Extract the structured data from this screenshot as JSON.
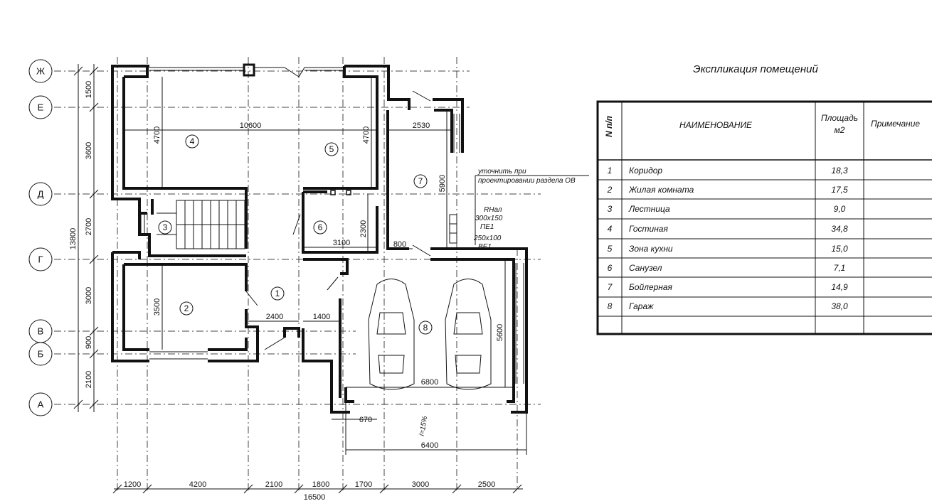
{
  "axes_rows": [
    {
      "id": "row-zh",
      "label": "Ж"
    },
    {
      "id": "row-e",
      "label": "Е"
    },
    {
      "id": "row-d",
      "label": "Д"
    },
    {
      "id": "row-g",
      "label": "Г"
    },
    {
      "id": "row-v",
      "label": "В"
    },
    {
      "id": "row-b",
      "label": "Б"
    },
    {
      "id": "row-a",
      "label": "А"
    }
  ],
  "left_dims": [
    "1500",
    "3600",
    "2700",
    "3000",
    "900",
    "2100"
  ],
  "left_total": "13800",
  "bottom_dims": [
    "1200",
    "4200",
    "2100",
    "1800",
    "1700",
    "3000",
    "2500"
  ],
  "bottom_total": "16500",
  "inner_dims": {
    "d10600": "10600",
    "d4700a": "4700",
    "d4700b": "4700",
    "d2530": "2530",
    "d5900": "5900",
    "d2300": "2300",
    "d3100": "3100",
    "d800": "800",
    "d3500": "3500",
    "d2400": "2400",
    "d1400": "1400",
    "d5600": "5600",
    "d6800": "6800",
    "d670": "670",
    "d6400": "6400",
    "slope": "i=15%"
  },
  "room_numbers": [
    "1",
    "2",
    "3",
    "4",
    "5",
    "6",
    "7",
    "8"
  ],
  "notes": {
    "clarify_line1": "уточнить при",
    "clarify_line2": "проектировании раздела ОВ",
    "vent1": "RНал",
    "vent2": "300x150",
    "vent3": "ПЕ1",
    "vent4": "250x100",
    "vent5": "ВЕ1"
  },
  "explication": {
    "title": "Экспликация помещений",
    "headers": {
      "num": "N п/п",
      "name": "НАИМЕНОВАНИЕ",
      "area_line1": "Площадь",
      "area_line2": "м2",
      "note": "Примечание"
    },
    "rows": [
      {
        "num": "1",
        "name": "Коридор",
        "area": "18,3"
      },
      {
        "num": "2",
        "name": "Жилая комната",
        "area": "17,5"
      },
      {
        "num": "3",
        "name": "Лестница",
        "area": "9,0"
      },
      {
        "num": "4",
        "name": "Гостиная",
        "area": "34,8"
      },
      {
        "num": "5",
        "name": "Зона кухни",
        "area": "15,0"
      },
      {
        "num": "6",
        "name": "Санузел",
        "area": "7,1"
      },
      {
        "num": "7",
        "name": "Бойлерная",
        "area": "14,9"
      },
      {
        "num": "8",
        "name": "Гараж",
        "area": "38,0"
      }
    ]
  }
}
